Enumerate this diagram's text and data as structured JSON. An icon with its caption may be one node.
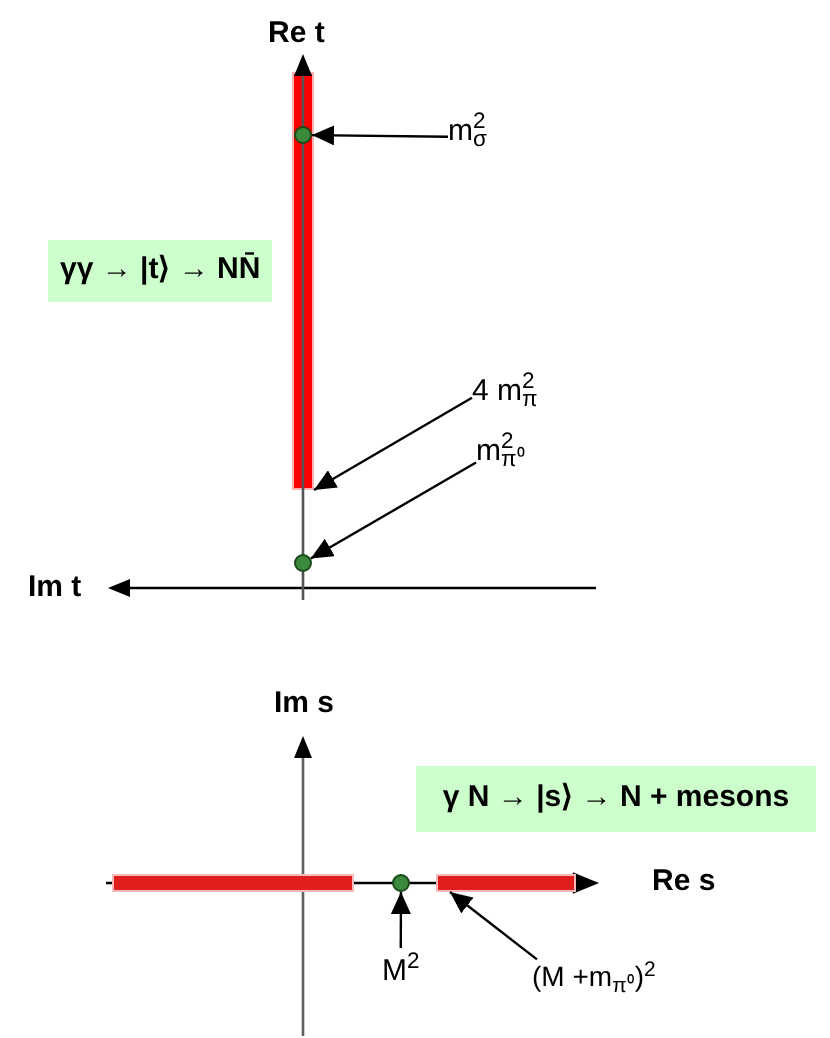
{
  "diagram": {
    "nodes": [
      {
        "text": [],
        "shape": "bar"
      },
      {
        "text": [],
        "shape": "circle",
        "in": 0
      },
      {
        "text": [
          "m$^{2}$$_{σ}$"
        ]
      },
      {
        "text": [
          "γγ → |t⟩ → NN̄"
        ]
      },
      {
        "text": [
          "4 m$^{2}$$_{π}$"
        ]
      },
      {
        "text": [
          "m$^{2}$$_{π⁰}$"
        ]
      },
      {
        "text": [],
        "shape": "circle"
      },
      {
        "text": [
          "γ N → |s⟩ → N + mesons"
        ]
      },
      {
        "text": [],
        "shape": "bar"
      },
      {
        "text": [],
        "shape": "circle"
      },
      {
        "text": [],
        "shape": "bar"
      },
      {
        "text": [
          "M$^{2}$"
        ]
      },
      {
        "text": [
          "(M +m$_{π⁰}$)$^{2}$"
        ]
      }
    ],
    "edges": [
      {
        "from": 2,
        "to": 1,
        "arrow": "to"
      },
      {
        "from": 4,
        "to": 0,
        "arrow": "to"
      },
      {
        "from": 5,
        "to": 6,
        "arrow": "to"
      },
      {
        "from": 11,
        "to": 9,
        "arrow": "to"
      },
      {
        "from": 12,
        "to": 10,
        "arrow": "to"
      }
    ],
    "labels": [
      "Re t",
      "Im t",
      "Im s",
      "Re s"
    ]
  }
}
